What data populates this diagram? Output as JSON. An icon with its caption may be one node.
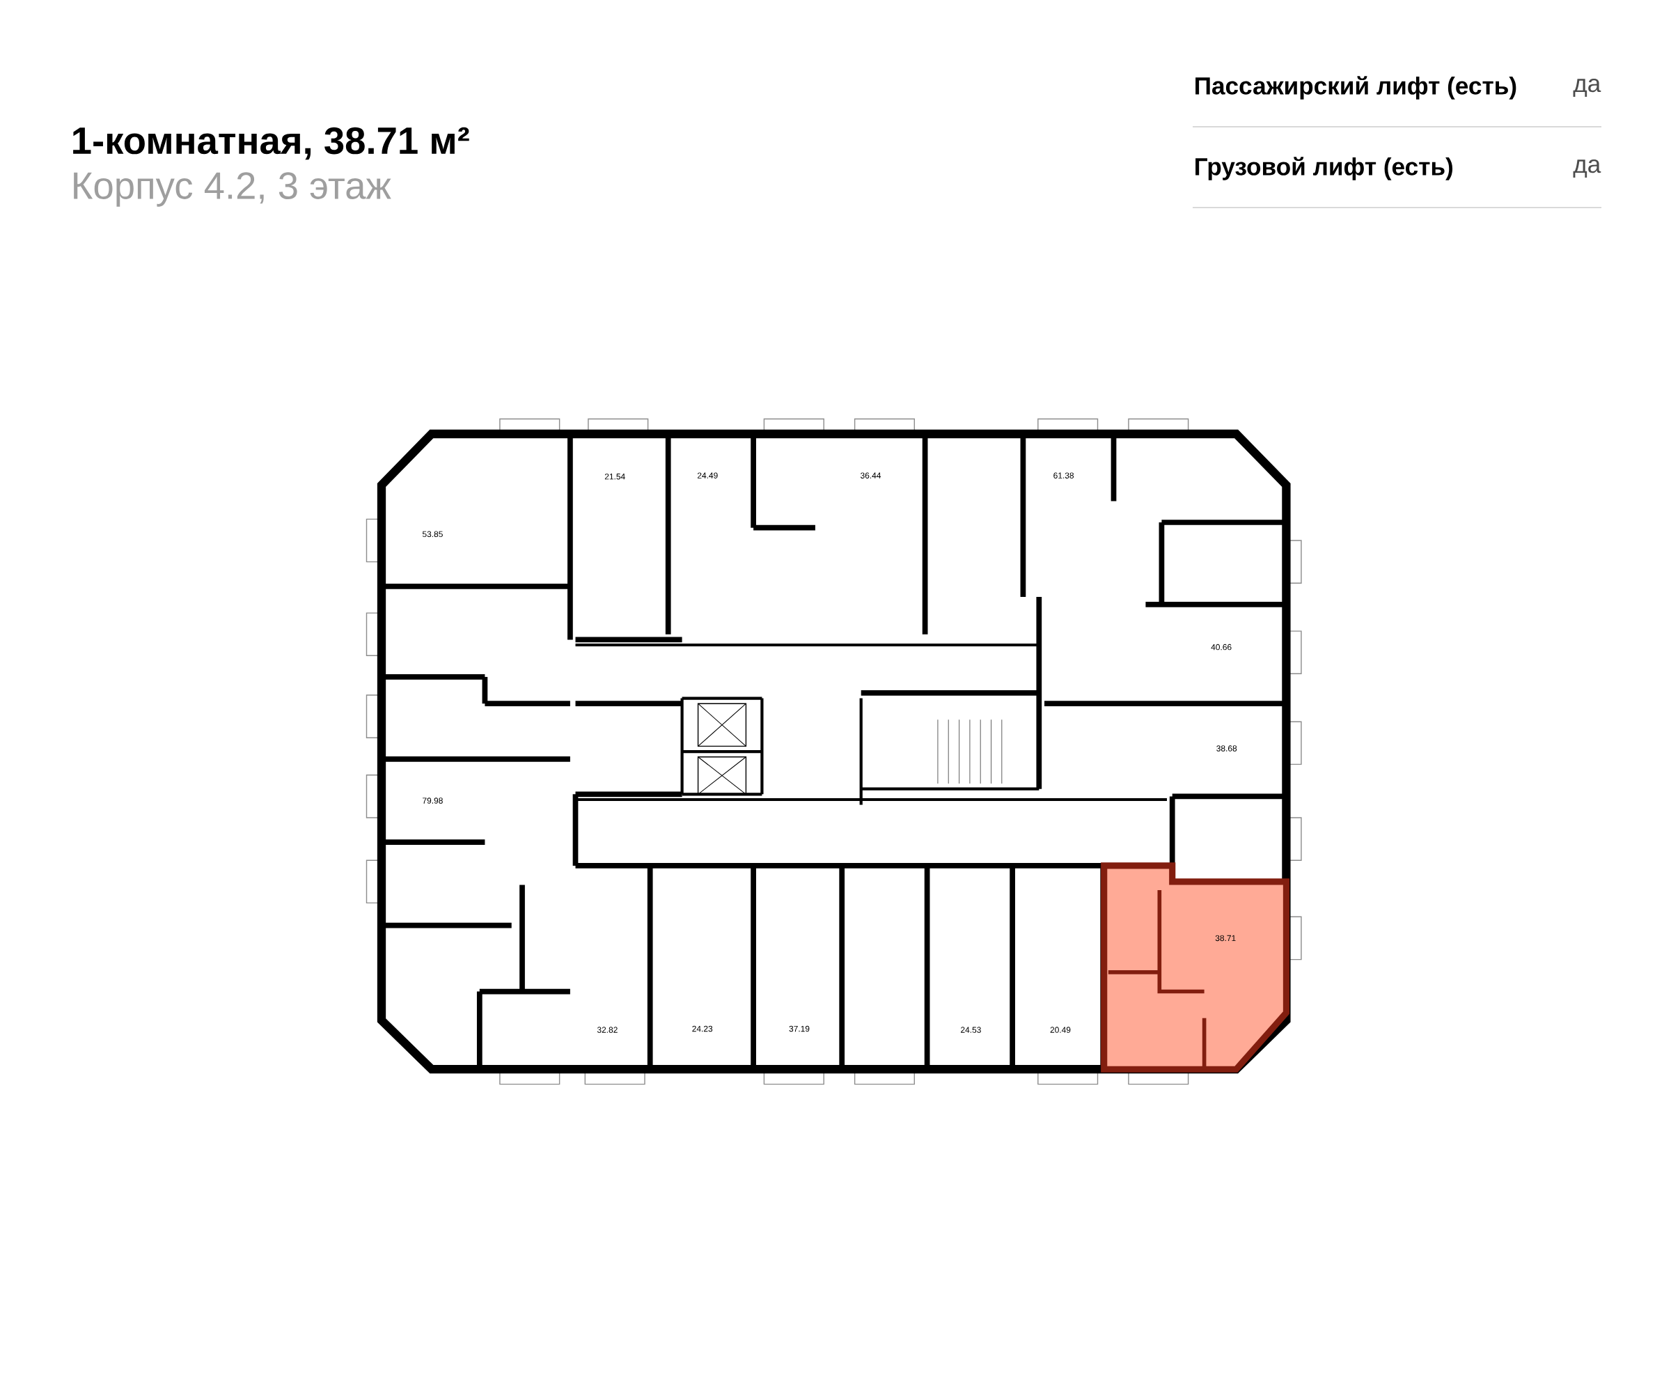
{
  "diagram": {
    "title": "1-комнатная, 38.71 м²",
    "labels": [
      "Корпус 4.2, 3 этаж",
      "Пассажирский лифт (есть)",
      "да",
      "Грузовой лифт (есть)",
      "да",
      "21.54",
      "24.49",
      "36.44",
      "61.38",
      "53.85",
      "40.66",
      "38.68",
      "79.98",
      "38.71",
      "32.82",
      "24.23",
      "37.19",
      "24.53",
      "20.49"
    ]
  }
}
